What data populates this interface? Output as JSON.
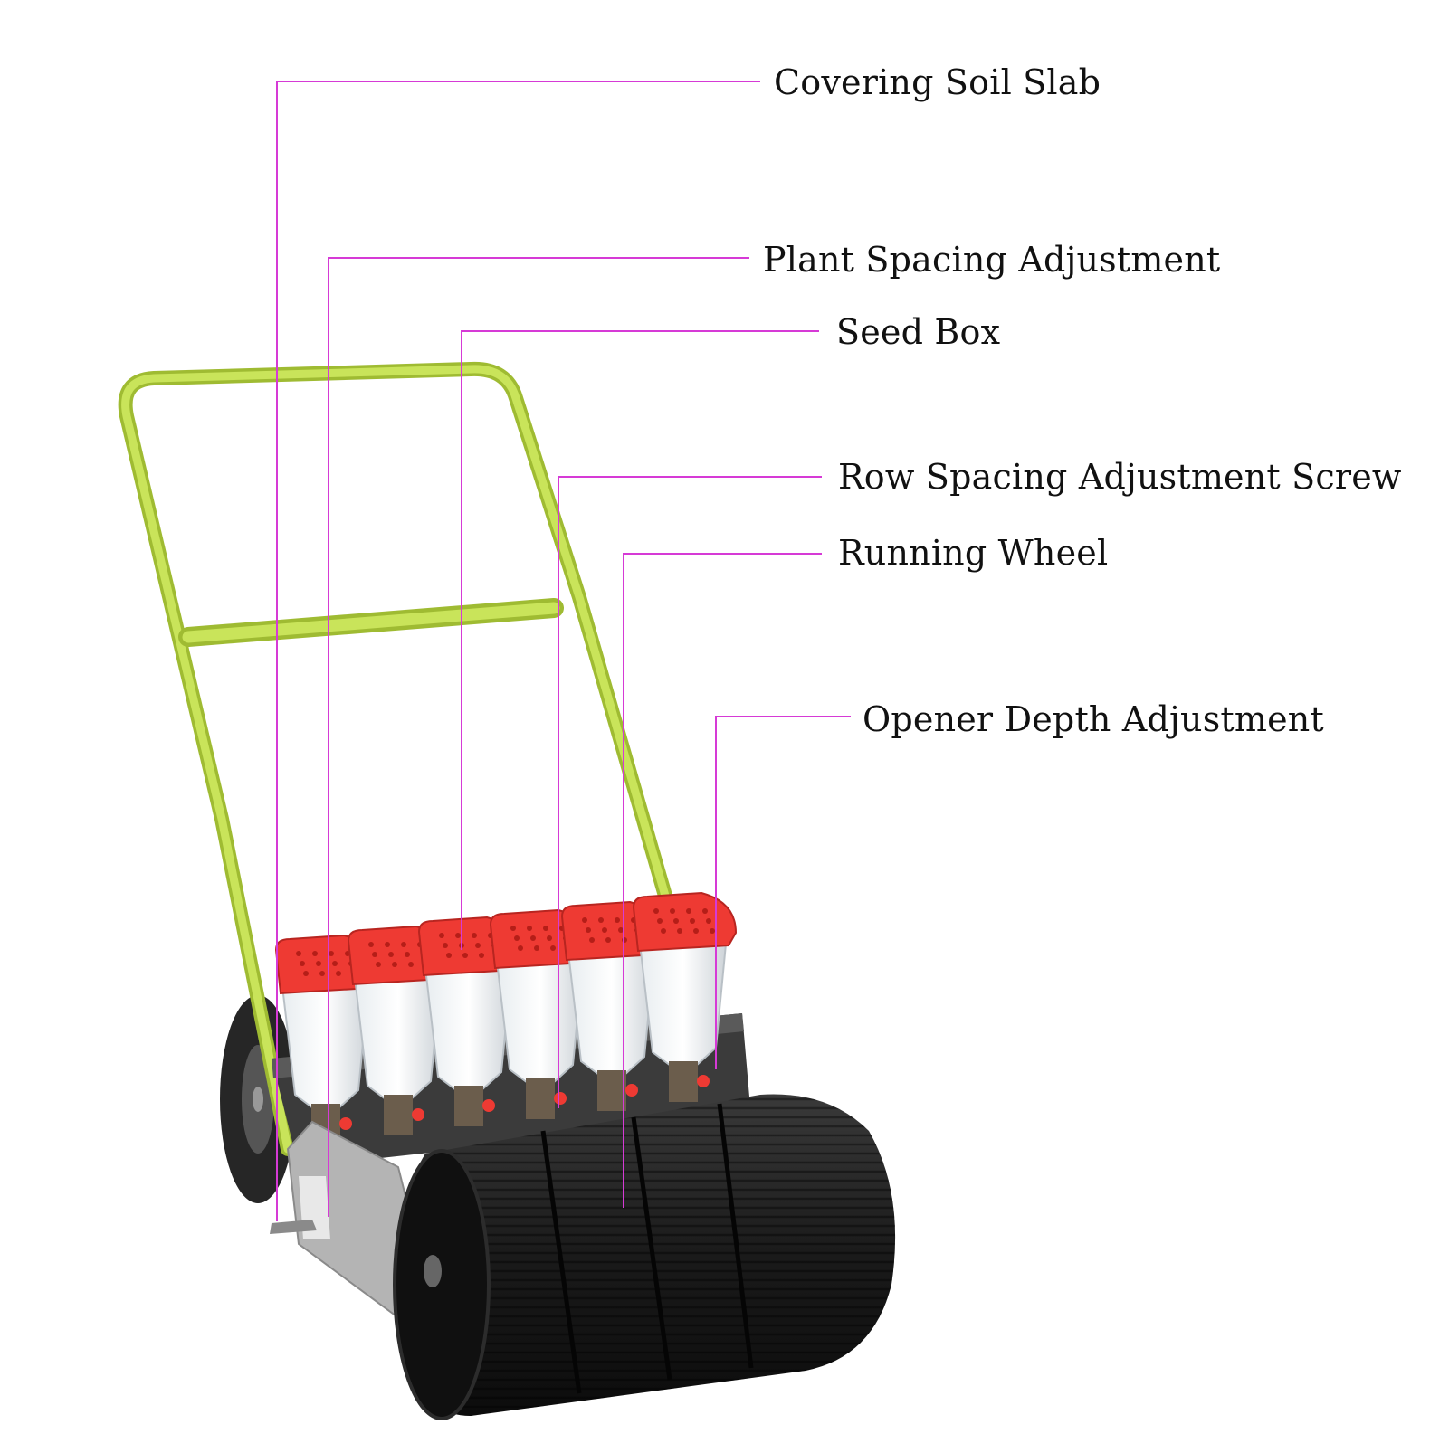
{
  "colors": {
    "leader_line": "#d63ad6",
    "frame": "#bcd94a",
    "frame_dark": "#9fbb32",
    "hopper_lid": "#ee3a33",
    "wheel": "#1c1c1c",
    "housing": "#a9a9a9"
  },
  "callouts": [
    {
      "id": "covering-soil-slab",
      "label": "Covering Soil Slab"
    },
    {
      "id": "plant-spacing-adjustment",
      "label": "Plant Spacing Adjustment"
    },
    {
      "id": "seed-box",
      "label": "Seed Box"
    },
    {
      "id": "row-spacing-adjustment-screw",
      "label": "Row Spacing Adjustment Screw"
    },
    {
      "id": "running-wheel",
      "label": "Running Wheel"
    },
    {
      "id": "opener-depth-adjustment",
      "label": "Opener Depth Adjustment"
    }
  ],
  "illustration": {
    "subject": "six-row manual push seeder",
    "seed_box_count": 6
  }
}
